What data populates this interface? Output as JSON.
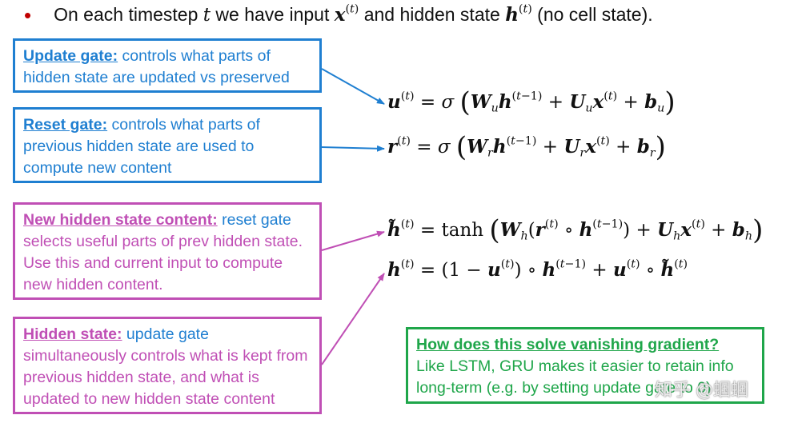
{
  "intro": {
    "text_a": "On each timestep ",
    "var_t": "t",
    "text_b": " we have input ",
    "text_c": " and hidden state ",
    "text_d": " (no cell state)."
  },
  "boxes": {
    "update": {
      "title": "Update gate:",
      "body": " controls what parts of hidden state are updated vs preserved"
    },
    "reset": {
      "title": "Reset gate:",
      "body": " controls what parts of previous hidden state are used to compute new content"
    },
    "new_content": {
      "title": "New hidden state content:",
      "body_blue": " reset gate",
      "body": " selects useful parts of prev hidden state. Use this and current input to compute new hidden content."
    },
    "hidden": {
      "title": "Hidden state:",
      "body_blue": " update gate",
      "body": " simultaneously controls what is kept from previous hidden state, and what is updated to new hidden state content"
    },
    "vanishing": {
      "title": "How does this solve vanishing gradient?",
      "body": "Like LSTM, GRU makes it easier to retain info long-term (e.g. by setting update gate to 0)"
    }
  },
  "watermark": "知乎 @蝈蝈",
  "colors": {
    "blue": "#1f7fd1",
    "pink": "#c04fb5",
    "green": "#1fa64a",
    "bullet": "#c00000"
  }
}
